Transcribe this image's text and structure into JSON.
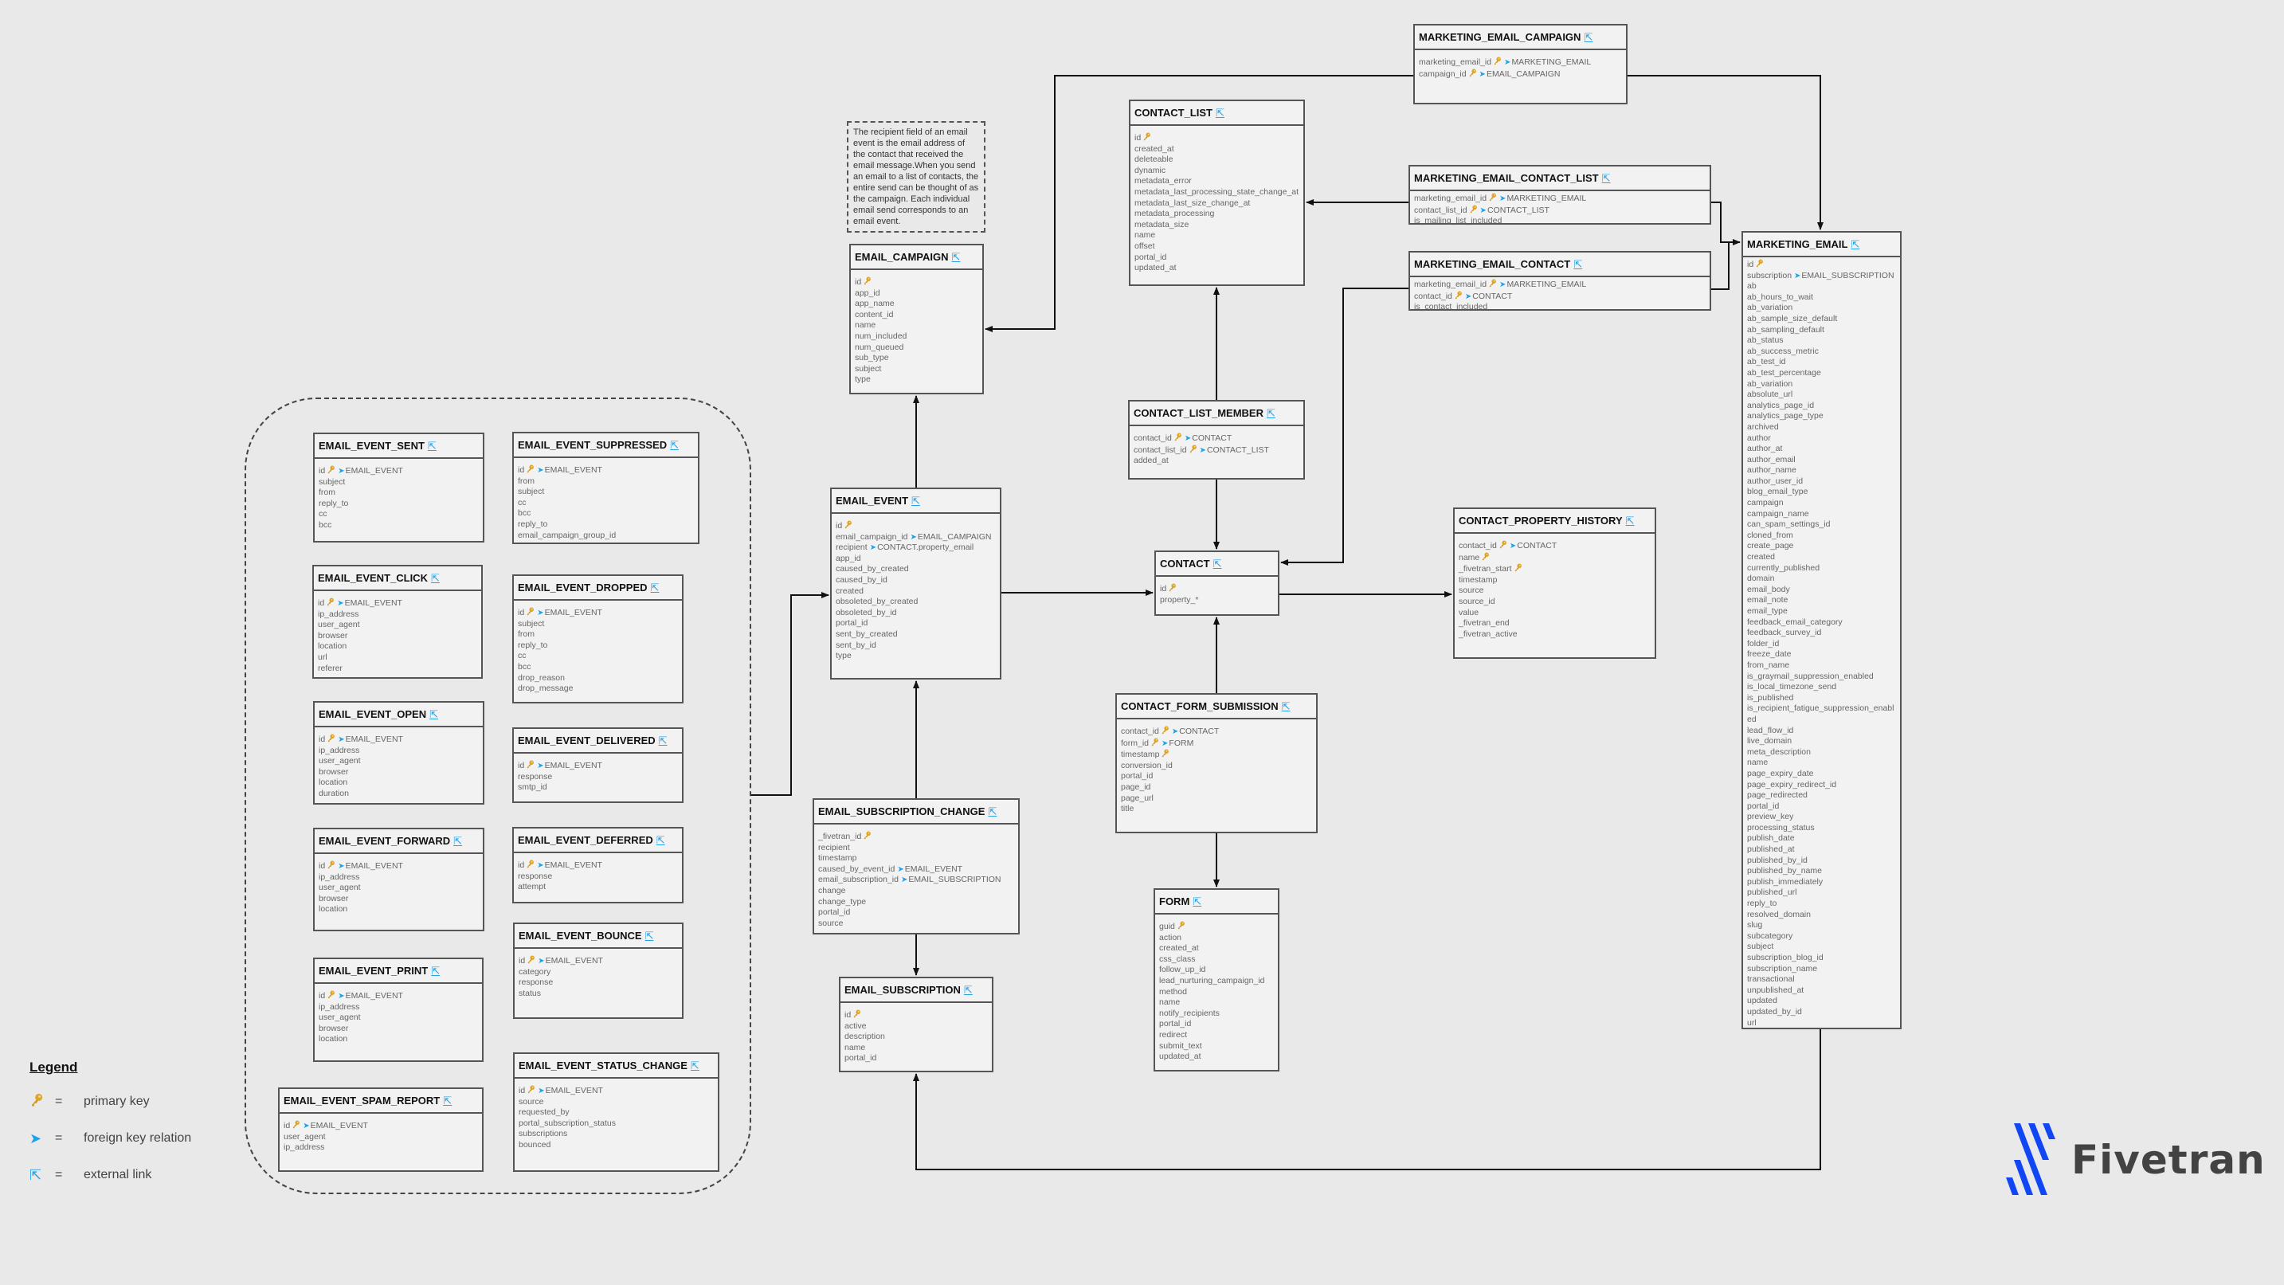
{
  "note": "The recipient field of an email event is the email address of the contact that received the email message.When you send an email to a list of contacts, the entire send can be thought of as the campaign. Each individual email send corresponds to an email event.",
  "legend": {
    "title": "Legend",
    "items": [
      {
        "icon": "key-icon",
        "eq": "=",
        "label": "primary key"
      },
      {
        "icon": "foreign-key-arrow-icon",
        "eq": "=",
        "label": "foreign key relation"
      },
      {
        "icon": "external-link-icon",
        "eq": "=",
        "label": "external link"
      }
    ]
  },
  "logo": {
    "text": "Fivetran"
  },
  "colors": {
    "background": "#e9e9e9",
    "table_bg": "#f2f2f2",
    "border": "#555555",
    "fk_arrow": "#1aa3ea",
    "key": "#e0a526",
    "logo_blue": "#1146f5",
    "logo_text": "#434343"
  },
  "tables": [
    {
      "id": "EES",
      "name": "EMAIL_EVENT_SENT",
      "fields": [
        {
          "n": "id",
          "pk": true,
          "fk": "EMAIL_EVENT"
        },
        {
          "n": "subject"
        },
        {
          "n": "from"
        },
        {
          "n": "reply_to"
        },
        {
          "n": "cc"
        },
        {
          "n": "bcc"
        }
      ]
    },
    {
      "id": "EESUP",
      "name": "EMAIL_EVENT_SUPPRESSED",
      "fields": [
        {
          "n": "id",
          "pk": true,
          "fk": "EMAIL_EVENT"
        },
        {
          "n": "from"
        },
        {
          "n": "subject"
        },
        {
          "n": "cc"
        },
        {
          "n": "bcc"
        },
        {
          "n": "reply_to"
        },
        {
          "n": "email_campaign_group_id"
        }
      ]
    },
    {
      "id": "EEC",
      "name": "EMAIL_EVENT_CLICK",
      "fields": [
        {
          "n": "id",
          "pk": true,
          "fk": "EMAIL_EVENT"
        },
        {
          "n": "ip_address"
        },
        {
          "n": "user_agent"
        },
        {
          "n": "browser"
        },
        {
          "n": "location"
        },
        {
          "n": "url"
        },
        {
          "n": "referer"
        }
      ]
    },
    {
      "id": "EED",
      "name": "EMAIL_EVENT_DROPPED",
      "fields": [
        {
          "n": "id",
          "pk": true,
          "fk": "EMAIL_EVENT"
        },
        {
          "n": "subject"
        },
        {
          "n": "from"
        },
        {
          "n": "reply_to"
        },
        {
          "n": "cc"
        },
        {
          "n": "bcc"
        },
        {
          "n": "drop_reason"
        },
        {
          "n": "drop_message"
        }
      ]
    },
    {
      "id": "EEO",
      "name": "EMAIL_EVENT_OPEN",
      "fields": [
        {
          "n": "id",
          "pk": true,
          "fk": "EMAIL_EVENT"
        },
        {
          "n": "ip_address"
        },
        {
          "n": "user_agent"
        },
        {
          "n": "browser"
        },
        {
          "n": "location"
        },
        {
          "n": "duration"
        }
      ]
    },
    {
      "id": "EEDEL",
      "name": "EMAIL_EVENT_DELIVERED",
      "fields": [
        {
          "n": "id",
          "pk": true,
          "fk": "EMAIL_EVENT"
        },
        {
          "n": "response"
        },
        {
          "n": "smtp_id"
        }
      ]
    },
    {
      "id": "EEF",
      "name": "EMAIL_EVENT_FORWARD",
      "fields": [
        {
          "n": "id",
          "pk": true,
          "fk": "EMAIL_EVENT"
        },
        {
          "n": "ip_address"
        },
        {
          "n": "user_agent"
        },
        {
          "n": "browser"
        },
        {
          "n": "location"
        }
      ]
    },
    {
      "id": "EEDEF",
      "name": "EMAIL_EVENT_DEFERRED",
      "fields": [
        {
          "n": "id",
          "pk": true,
          "fk": "EMAIL_EVENT"
        },
        {
          "n": "response"
        },
        {
          "n": "attempt"
        }
      ]
    },
    {
      "id": "EEB",
      "name": "EMAIL_EVENT_BOUNCE",
      "fields": [
        {
          "n": "id",
          "pk": true,
          "fk": "EMAIL_EVENT"
        },
        {
          "n": "category"
        },
        {
          "n": "response"
        },
        {
          "n": "status"
        }
      ]
    },
    {
      "id": "EEP",
      "name": "EMAIL_EVENT_PRINT",
      "fields": [
        {
          "n": "id",
          "pk": true,
          "fk": "EMAIL_EVENT"
        },
        {
          "n": "ip_address"
        },
        {
          "n": "user_agent"
        },
        {
          "n": "browser"
        },
        {
          "n": "location"
        }
      ]
    },
    {
      "id": "EESR",
      "name": "EMAIL_EVENT_SPAM_REPORT",
      "fields": [
        {
          "n": "id",
          "pk": true,
          "fk": "EMAIL_EVENT"
        },
        {
          "n": "user_agent"
        },
        {
          "n": "ip_address"
        }
      ]
    },
    {
      "id": "EESC",
      "name": "EMAIL_EVENT_STATUS_CHANGE",
      "fields": [
        {
          "n": "id",
          "pk": true,
          "fk": "EMAIL_EVENT"
        },
        {
          "n": "source"
        },
        {
          "n": "requested_by"
        },
        {
          "n": "portal_subscription_status"
        },
        {
          "n": "subscriptions"
        },
        {
          "n": "bounced"
        }
      ]
    },
    {
      "id": "EC",
      "name": "EMAIL_CAMPAIGN",
      "fields": [
        {
          "n": "id",
          "pk": true
        },
        {
          "n": "app_id"
        },
        {
          "n": "app_name"
        },
        {
          "n": "content_id"
        },
        {
          "n": "name"
        },
        {
          "n": "num_included"
        },
        {
          "n": "num_queued"
        },
        {
          "n": "sub_type"
        },
        {
          "n": "subject"
        },
        {
          "n": "type"
        }
      ]
    },
    {
      "id": "EE",
      "name": "EMAIL_EVENT",
      "fields": [
        {
          "n": "id",
          "pk": true
        },
        {
          "n": "email_campaign_id",
          "fk": "EMAIL_CAMPAIGN"
        },
        {
          "n": "recipient",
          "fk": "CONTACT.property_email"
        },
        {
          "n": "app_id"
        },
        {
          "n": "caused_by_created"
        },
        {
          "n": "caused_by_id"
        },
        {
          "n": "created"
        },
        {
          "n": "obsoleted_by_created"
        },
        {
          "n": "obsoleted_by_id"
        },
        {
          "n": "portal_id"
        },
        {
          "n": "sent_by_created"
        },
        {
          "n": "sent_by_id"
        },
        {
          "n": "type"
        }
      ]
    },
    {
      "id": "ESC",
      "name": "EMAIL_SUBSCRIPTION_CHANGE",
      "fields": [
        {
          "n": "_fivetran_id",
          "pk": true
        },
        {
          "n": "recipient"
        },
        {
          "n": "timestamp"
        },
        {
          "n": "caused_by_event_id",
          "fk": "EMAIL_EVENT"
        },
        {
          "n": "email_subscription_id",
          "fk": "EMAIL_SUBSCRIPTION"
        },
        {
          "n": "change"
        },
        {
          "n": "change_type"
        },
        {
          "n": "portal_id"
        },
        {
          "n": "source"
        }
      ]
    },
    {
      "id": "ES",
      "name": "EMAIL_SUBSCRIPTION",
      "fields": [
        {
          "n": "id",
          "pk": true
        },
        {
          "n": "active"
        },
        {
          "n": "description"
        },
        {
          "n": "name"
        },
        {
          "n": "portal_id"
        }
      ]
    },
    {
      "id": "CL",
      "name": "CONTACT_LIST",
      "fields": [
        {
          "n": "id",
          "pk": true
        },
        {
          "n": "created_at"
        },
        {
          "n": "deleteable"
        },
        {
          "n": "dynamic"
        },
        {
          "n": "metadata_error"
        },
        {
          "n": "metadata_last_processing_state_change_at"
        },
        {
          "n": "metadata_last_size_change_at"
        },
        {
          "n": "metadata_processing"
        },
        {
          "n": "metadata_size"
        },
        {
          "n": "name"
        },
        {
          "n": "offset"
        },
        {
          "n": "portal_id"
        },
        {
          "n": "updated_at"
        }
      ]
    },
    {
      "id": "CLM",
      "name": "CONTACT_LIST_MEMBER",
      "fields": [
        {
          "n": "contact_id",
          "pk": true,
          "fk": "CONTACT"
        },
        {
          "n": "contact_list_id",
          "pk": true,
          "fk": "CONTACT_LIST"
        },
        {
          "n": "added_at"
        }
      ]
    },
    {
      "id": "C",
      "name": "CONTACT",
      "fields": [
        {
          "n": "id",
          "pk": true
        },
        {
          "n": "property_*"
        }
      ]
    },
    {
      "id": "CFS",
      "name": "CONTACT_FORM_SUBMISSION",
      "fields": [
        {
          "n": "contact_id",
          "pk": true,
          "fk": "CONTACT"
        },
        {
          "n": "form_id",
          "pk": true,
          "fk": "FORM"
        },
        {
          "n": "timestamp",
          "pk": true
        },
        {
          "n": "conversion_id"
        },
        {
          "n": "portal_id"
        },
        {
          "n": "page_id"
        },
        {
          "n": "page_url"
        },
        {
          "n": "title"
        }
      ]
    },
    {
      "id": "F",
      "name": "FORM",
      "fields": [
        {
          "n": "guid",
          "pk": true
        },
        {
          "n": "action"
        },
        {
          "n": "created_at"
        },
        {
          "n": "css_class"
        },
        {
          "n": "follow_up_id"
        },
        {
          "n": "lead_nurturing_campaign_id"
        },
        {
          "n": "method"
        },
        {
          "n": "name"
        },
        {
          "n": "notify_recipients"
        },
        {
          "n": "portal_id"
        },
        {
          "n": "redirect"
        },
        {
          "n": "submit_text"
        },
        {
          "n": "updated_at"
        }
      ]
    },
    {
      "id": "MEC",
      "name": "MARKETING_EMAIL_CAMPAIGN",
      "fields": [
        {
          "n": "marketing_email_id",
          "pk": true,
          "fk": "MARKETING_EMAIL"
        },
        {
          "n": "campaign_id",
          "pk": true,
          "fk": "EMAIL_CAMPAIGN"
        }
      ]
    },
    {
      "id": "MECL",
      "name": "MARKETING_EMAIL_CONTACT_LIST",
      "fields": [
        {
          "n": "marketing_email_id",
          "pk": true,
          "fk": "MARKETING_EMAIL"
        },
        {
          "n": "contact_list_id",
          "pk": true,
          "fk": "CONTACT_LIST"
        },
        {
          "n": "is_mailing_list_included"
        }
      ]
    },
    {
      "id": "MECO",
      "name": "MARKETING_EMAIL_CONTACT",
      "fields": [
        {
          "n": "marketing_email_id",
          "pk": true,
          "fk": "MARKETING_EMAIL"
        },
        {
          "n": "contact_id",
          "pk": true,
          "fk": "CONTACT"
        },
        {
          "n": "is_contact_included"
        }
      ]
    },
    {
      "id": "CPH",
      "name": "CONTACT_PROPERTY_HISTORY",
      "fields": [
        {
          "n": "contact_id",
          "pk": true,
          "fk": "CONTACT"
        },
        {
          "n": "name",
          "pk": true
        },
        {
          "n": "_fivetran_start",
          "pk": true
        },
        {
          "n": "timestamp"
        },
        {
          "n": "source"
        },
        {
          "n": "source_id"
        },
        {
          "n": "value"
        },
        {
          "n": "_fivetran_end"
        },
        {
          "n": "_fivetran_active"
        }
      ]
    },
    {
      "id": "ME",
      "name": "MARKETING_EMAIL",
      "fields": [
        {
          "n": "id",
          "pk": true
        },
        {
          "n": "subscription",
          "fk": "EMAIL_SUBSCRIPTION"
        },
        {
          "n": "ab"
        },
        {
          "n": "ab_hours_to_wait"
        },
        {
          "n": "ab_variation"
        },
        {
          "n": "ab_sample_size_default"
        },
        {
          "n": "ab_sampling_default"
        },
        {
          "n": "ab_status"
        },
        {
          "n": "ab_success_metric"
        },
        {
          "n": "ab_test_id"
        },
        {
          "n": "ab_test_percentage"
        },
        {
          "n": "ab_variation"
        },
        {
          "n": "absolute_url"
        },
        {
          "n": "analytics_page_id"
        },
        {
          "n": "analytics_page_type"
        },
        {
          "n": "archived"
        },
        {
          "n": "author"
        },
        {
          "n": "author_at"
        },
        {
          "n": "author_email"
        },
        {
          "n": "author_name"
        },
        {
          "n": "author_user_id"
        },
        {
          "n": "blog_email_type"
        },
        {
          "n": "campaign"
        },
        {
          "n": "campaign_name"
        },
        {
          "n": "can_spam_settings_id"
        },
        {
          "n": "cloned_from"
        },
        {
          "n": "create_page"
        },
        {
          "n": "created"
        },
        {
          "n": "currently_published"
        },
        {
          "n": "domain"
        },
        {
          "n": "email_body"
        },
        {
          "n": "email_note"
        },
        {
          "n": "email_type"
        },
        {
          "n": "feedback_email_category"
        },
        {
          "n": "feedback_survey_id"
        },
        {
          "n": "folder_id"
        },
        {
          "n": "freeze_date"
        },
        {
          "n": "from_name"
        },
        {
          "n": "is_graymail_suppression_enabled"
        },
        {
          "n": "is_local_timezone_send"
        },
        {
          "n": "is_published"
        },
        {
          "n": "is_recipient_fatigue_suppression_enabled"
        },
        {
          "n": "lead_flow_id"
        },
        {
          "n": "live_domain"
        },
        {
          "n": "meta_description"
        },
        {
          "n": "name"
        },
        {
          "n": "page_expiry_date"
        },
        {
          "n": "page_expiry_redirect_id"
        },
        {
          "n": "page_redirected"
        },
        {
          "n": "portal_id"
        },
        {
          "n": "preview_key"
        },
        {
          "n": "processing_status"
        },
        {
          "n": "publish_date"
        },
        {
          "n": "published_at"
        },
        {
          "n": "published_by_id"
        },
        {
          "n": "published_by_name"
        },
        {
          "n": "publish_immediately"
        },
        {
          "n": "published_url"
        },
        {
          "n": "reply_to"
        },
        {
          "n": "resolved_domain"
        },
        {
          "n": "slug"
        },
        {
          "n": "subcategory"
        },
        {
          "n": "subject"
        },
        {
          "n": "subscription_blog_id"
        },
        {
          "n": "subscription_name"
        },
        {
          "n": "transactional"
        },
        {
          "n": "unpublished_at"
        },
        {
          "n": "updated"
        },
        {
          "n": "updated_by_id"
        },
        {
          "n": "url"
        }
      ]
    }
  ]
}
